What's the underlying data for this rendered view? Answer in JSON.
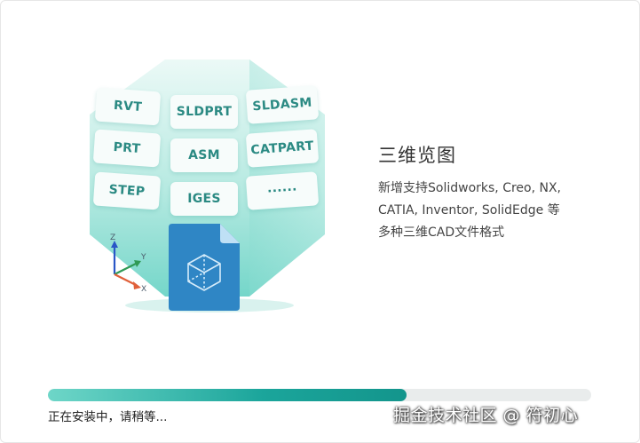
{
  "illustration": {
    "formats": [
      {
        "label": "RVT"
      },
      {
        "label": "SLDPRT"
      },
      {
        "label": "SLDASM"
      },
      {
        "label": "PRT"
      },
      {
        "label": "ASM"
      },
      {
        "label": "CATPART"
      },
      {
        "label": "STEP"
      },
      {
        "label": "IGES"
      },
      {
        "label": "······"
      }
    ],
    "axes": {
      "x": "X",
      "y": "Y",
      "z": "Z"
    },
    "icons": [
      "file-3d-cube-icon",
      "xyz-axes-icon"
    ]
  },
  "feature": {
    "title": "三维览图",
    "description_lines": [
      "新增支持Solidworks, Creo, NX,",
      "CATIA, Inventor, SolidEdge 等",
      "多种三维CAD文件格式"
    ]
  },
  "progress": {
    "value": 0.66,
    "status_text": "正在安装中，请稍等..."
  },
  "watermark": "掘金技术社区 @ 符初心",
  "colors": {
    "accent": "#1ba59b",
    "accent_light": "#6ed6c8",
    "file_blue": "#2f86c5",
    "track": "#e9ecec"
  }
}
